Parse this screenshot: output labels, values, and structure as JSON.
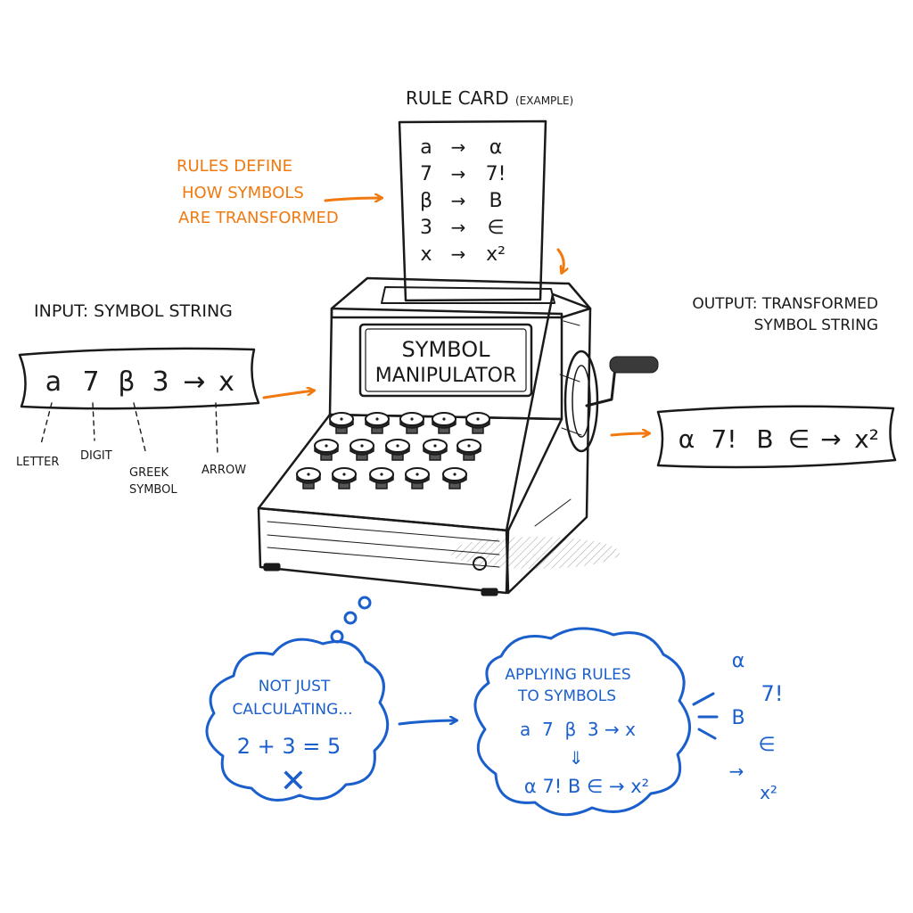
{
  "colors": {
    "ink": "#1a1a1a",
    "accent_orange": "#f07a10",
    "accent_blue": "#1a5fcc",
    "background": "#ffffff"
  },
  "rule_card": {
    "title": "RULE CARD",
    "title_note": "(EXAMPLE)",
    "rules": [
      {
        "from": "a",
        "arrow": "→",
        "to": "α"
      },
      {
        "from": "7",
        "arrow": "→",
        "to": "7!"
      },
      {
        "from": "β",
        "arrow": "→",
        "to": "B"
      },
      {
        "from": "3",
        "arrow": "→",
        "to": "∈"
      },
      {
        "from": "x",
        "arrow": "→",
        "to": "x²"
      }
    ]
  },
  "rules_note": {
    "lines": [
      "RULES DEFINE",
      "HOW SYMBOLS",
      "ARE TRANSFORMED"
    ]
  },
  "machine": {
    "label_lines": [
      "SYMBOL",
      "MANIPULATOR"
    ]
  },
  "input": {
    "heading": "INPUT: SYMBOL STRING",
    "tokens": [
      "a",
      "7",
      "β",
      "3",
      "→",
      "x"
    ],
    "annotations": {
      "letter": "LETTER",
      "digit": "DIGIT",
      "greek_line1": "GREEK",
      "greek_line2": "SYMBOL",
      "arrow": "ARROW"
    }
  },
  "output": {
    "heading_lines": [
      "OUTPUT: TRANSFORMED",
      "SYMBOL STRING"
    ],
    "tokens": [
      "α",
      "7!",
      "B",
      "∈",
      "→",
      "x²"
    ]
  },
  "thought_left": {
    "lines": [
      "NOT JUST",
      "CALCULATING..."
    ],
    "equation": "2 + 3 = 5",
    "mark": "✕"
  },
  "thought_right": {
    "lines": [
      "APPLYING RULES",
      "TO SYMBOLS"
    ],
    "before": "a  7  β  3 → x",
    "down_arrow": "⇓",
    "after": "α 7! B ∈ → x²"
  },
  "floating_symbols": [
    "α",
    "7!",
    "B",
    "∈",
    "→",
    "x²"
  ]
}
